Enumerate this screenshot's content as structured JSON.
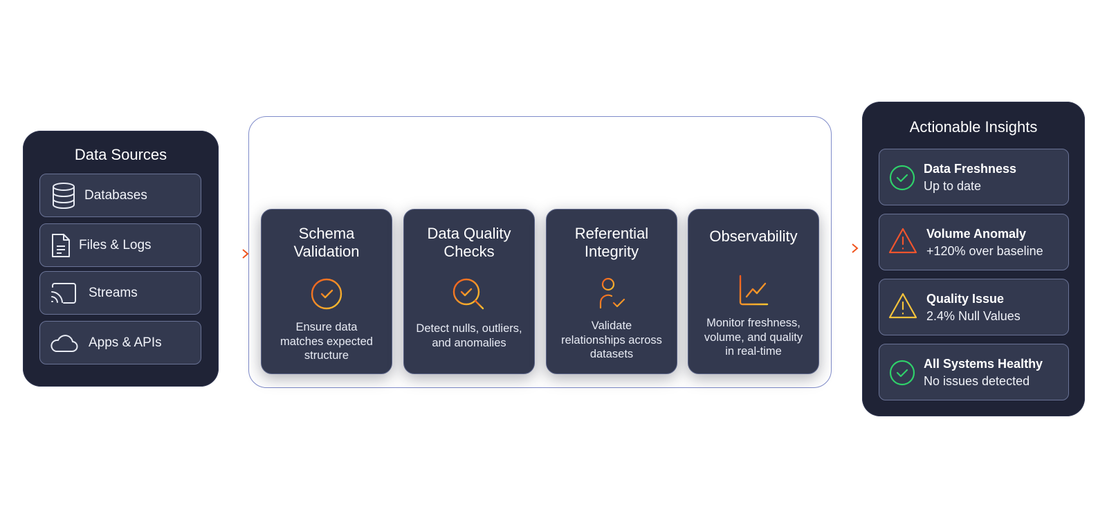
{
  "sources": {
    "title": "Data Sources",
    "items": [
      {
        "label": "Databases",
        "icon": "database-icon"
      },
      {
        "label": "Files & Logs",
        "icon": "file-icon"
      },
      {
        "label": "Streams",
        "icon": "stream-icon"
      },
      {
        "label": "Apps & APIs",
        "icon": "cloud-icon"
      }
    ]
  },
  "pipeline": {
    "steps": [
      {
        "title_line1": "Schema",
        "title_line2": "Validation",
        "icon": "check-circle-icon",
        "desc": [
          "Ensure data",
          "matches expected",
          "structure"
        ]
      },
      {
        "title_line1": "Data Quality",
        "title_line2": "Checks",
        "icon": "search-check-icon",
        "desc": [
          "Detect nulls, outliers,",
          "and anomalies"
        ]
      },
      {
        "title_line1": "Referential",
        "title_line2": "Integrity",
        "icon": "user-check-icon",
        "desc": [
          "Validate",
          "relationships across",
          "datasets"
        ]
      },
      {
        "title_line1": "Observability",
        "title_line2": "",
        "icon": "line-chart-icon",
        "desc": [
          "Monitor freshness,",
          "volume, and quality",
          "in real-time"
        ]
      }
    ]
  },
  "insights": {
    "title": "Actionable Insights",
    "items": [
      {
        "heading": "Data Freshness",
        "sub": "Up to date",
        "icon": "check-circle-icon",
        "status_color": "#2fd06a"
      },
      {
        "heading": "Volume Anomaly",
        "sub": "+120% over baseline",
        "icon": "warning-icon",
        "status_color": "#f0542d"
      },
      {
        "heading": "Quality Issue",
        "sub": "2.4% Null Values",
        "icon": "warning-icon",
        "status_color": "#f5c33b"
      },
      {
        "heading": "All Systems Healthy",
        "sub": "No issues detected",
        "icon": "check-circle-icon",
        "status_color": "#2fd06a"
      }
    ]
  },
  "colors": {
    "panel": "#1f2336",
    "card": "#33394f",
    "accent_orange": "#f26a1b",
    "accent_yellow": "#f5b51d",
    "frame": "#7f8bc9"
  }
}
